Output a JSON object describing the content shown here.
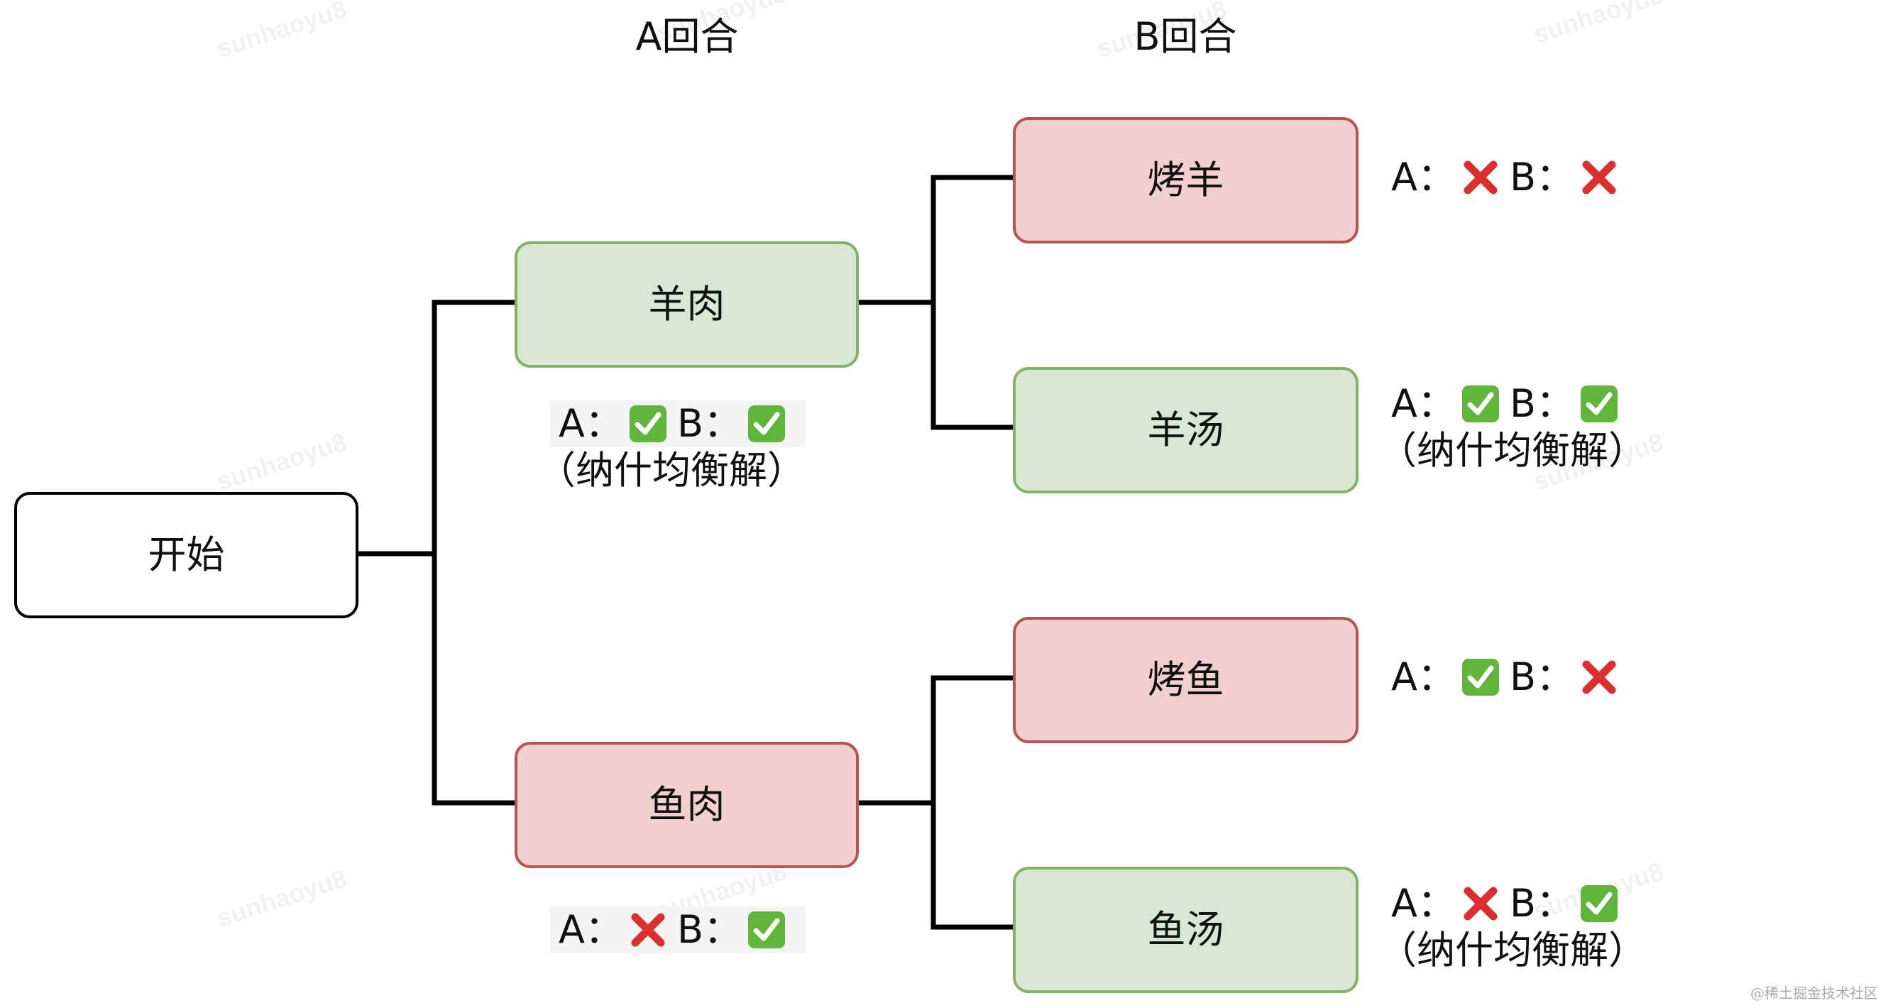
{
  "headers": {
    "round_a": "A回合",
    "round_b": "B回合"
  },
  "nodes": {
    "start": "开始",
    "lamb_meat": "羊肉",
    "fish_meat": "鱼肉",
    "roast_lamb": "烤羊",
    "lamb_soup": "羊汤",
    "roast_fish": "烤鱼",
    "fish_soup": "鱼汤"
  },
  "notes": {
    "lamb_meat": {
      "a_label": "A：",
      "a_icon": "check-icon",
      "b_label": "B：",
      "b_icon": "check-icon",
      "sub": "（纳什均衡解）"
    },
    "fish_meat": {
      "a_label": "A：",
      "a_icon": "cross-icon",
      "b_label": "B：",
      "b_icon": "check-icon"
    },
    "roast_lamb": {
      "a_label": "A：",
      "a_icon": "cross-icon",
      "b_label": "B：",
      "b_icon": "cross-icon"
    },
    "lamb_soup": {
      "a_label": "A：",
      "a_icon": "check-icon",
      "b_label": "B：",
      "b_icon": "check-icon",
      "sub": "（纳什均衡解）"
    },
    "roast_fish": {
      "a_label": "A：",
      "a_icon": "check-icon",
      "b_label": "B：",
      "b_icon": "cross-icon"
    },
    "fish_soup": {
      "a_label": "A：",
      "a_icon": "cross-icon",
      "b_label": "B：",
      "b_icon": "check-icon",
      "sub": "（纳什均衡解）"
    }
  },
  "colors": {
    "green_fill": "#d8e8d4",
    "green_border": "#82b366",
    "red_fill": "#f2d0cf",
    "red_border": "#b85450",
    "check_green": "#5fb63b",
    "cross_red": "#dd2e2e"
  },
  "watermark": "sunhaoyu8",
  "footer": "@稀土掘金技术社区"
}
